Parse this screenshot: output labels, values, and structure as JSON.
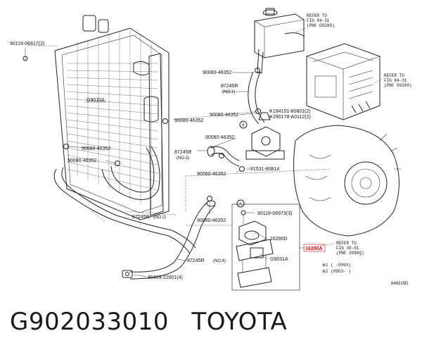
{
  "diagram": {
    "labels": {
      "l1": "90119-06817(2)",
      "l2": "G9010A",
      "l3": "90080-46352",
      "l4": "87245R",
      "l4sub": "(NO.1)",
      "l5": "90080-46352",
      "l6": "※194151-80801(2)",
      "l7": "※290178-A0112(2)",
      "l8": "90080-46352",
      "l9": "90080-46352",
      "l10": "90080-46352",
      "l11": "87245R",
      "l11sub": "(NO.3)",
      "l12": "90080-46352",
      "l13": "91531-80814",
      "l14": "87245R",
      "l14sub": "(NO.2)",
      "l15": "90080-46352",
      "l16": "90119-06973(3)",
      "l17": "16290D",
      "l18": "16290A",
      "l19": "G9031A",
      "l20": "87245R",
      "l20sub": "(NO.4)",
      "l21": "90469-22001(4)",
      "callout_a1": "A",
      "callout_a2": "A",
      "diagram_id": "848319D"
    },
    "refs": {
      "r1": [
        "REFER TO",
        "FIG 84-31",
        "(PNC G9209)"
      ],
      "r2": [
        "REFER TO",
        "FIG 84-31",
        "(PNC G9200)"
      ],
      "r3": [
        "REFER TO",
        "FIG 39-01",
        "(PNC 3990Q)"
      ]
    },
    "notes": {
      "n1": "※1 (    -0903)",
      "n2": "※2 (0903-     )"
    },
    "highlight_color": "#d10f0f"
  },
  "caption": {
    "part_number": "G902033010",
    "brand": "TOYOTA"
  }
}
